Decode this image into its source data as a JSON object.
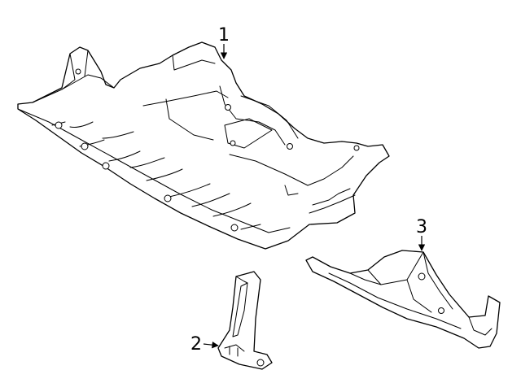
{
  "callouts": [
    {
      "id": "1",
      "label": "1"
    },
    {
      "id": "2",
      "label": "2"
    },
    {
      "id": "3",
      "label": "3"
    }
  ],
  "colors": {
    "line": "#000000",
    "fill": "#ffffff"
  }
}
